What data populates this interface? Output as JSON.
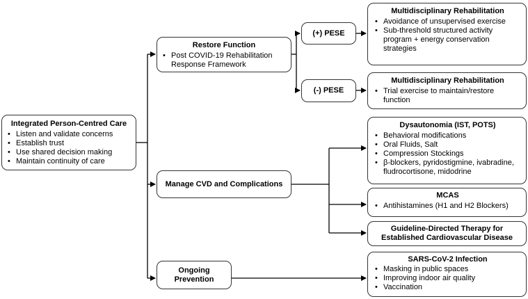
{
  "care": {
    "title": "Integrated Person-Centred Care",
    "items": [
      "Listen and validate concerns",
      "Establish trust",
      "Use shared decision making",
      "Maintain continuity of care"
    ]
  },
  "restore": {
    "title": "Restore Function",
    "items": [
      "Post COVID-19 Rehabilitation Response Framework"
    ]
  },
  "pese_pos": {
    "label": "(+) PESE"
  },
  "pese_neg": {
    "label": "(-) PESE"
  },
  "rehab_pos": {
    "title": "Multidisciplinary Rehabilitation",
    "items": [
      "Avoidance of unsupervised exercise",
      "Sub-threshold structured activity program + energy conservation strategies"
    ]
  },
  "rehab_neg": {
    "title": "Multidisciplinary Rehabilitation",
    "items": [
      "Trial exercise to maintain/restore function"
    ]
  },
  "manage": {
    "label": "Manage CVD and Complications"
  },
  "dysautonomia": {
    "title": "Dysautonomia (IST, POTS)",
    "items": [
      "Behavioral modifications",
      "Oral Fluids, Salt",
      "Compression Stockings",
      "β-blockers, pyridostigmine, ivabradine, fludrocortisone, midodrine"
    ]
  },
  "mcas": {
    "title": "MCAS",
    "items": [
      "Antihistamines (H1 and H2 Blockers)"
    ]
  },
  "guideline": {
    "label": "Guideline-Directed Therapy for Established Cardiovascular Disease"
  },
  "prevention": {
    "label": "Ongoing Prevention"
  },
  "sars": {
    "title": "SARS-CoV-2 Infection",
    "items": [
      "Masking in public spaces",
      "Improving indoor air quality",
      "Vaccination"
    ]
  }
}
